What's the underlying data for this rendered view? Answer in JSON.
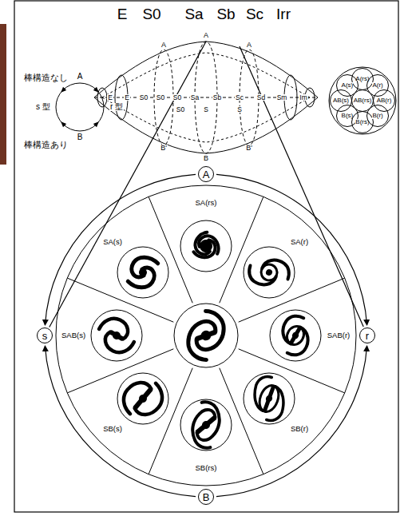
{
  "diagram": {
    "nodes": [
      {
        "text": [
          "A(rs)"
        ]
      },
      {
        "text": [
          "A(s)"
        ]
      },
      {
        "text": [
          "A(r)"
        ]
      },
      {
        "text": [
          "AB(s)"
        ]
      },
      {
        "text": [
          "AB(rs)"
        ]
      },
      {
        "text": [
          "AB(r)"
        ]
      },
      {
        "text": [
          "B(s)"
        ]
      },
      {
        "text": [
          "B(rs)"
        ]
      },
      {
        "text": [
          "B(r)"
        ]
      },
      {
        "text": [
          "A"
        ]
      },
      {
        "text": [
          "s"
        ]
      },
      {
        "text": [
          "r"
        ]
      },
      {
        "text": [
          "B"
        ]
      }
    ],
    "edges": [
      {
        "from": 9,
        "to": 10,
        "arrow": "to"
      },
      {
        "from": 9,
        "to": 11,
        "arrow": "to"
      },
      {
        "from": 12,
        "to": 10,
        "arrow": "to"
      },
      {
        "from": 12,
        "to": 11,
        "arrow": "to"
      }
    ],
    "labels": [
      "E",
      "S0",
      "Sa",
      "Sb",
      "Sc",
      "Irr",
      "A",
      "A",
      "A",
      "棒構造なし",
      "A",
      "E",
      "E",
      "S0",
      "S0",
      "S0",
      "Sa",
      "Sb",
      "Sc",
      "Sd",
      "Sm",
      "Im",
      "s 型",
      "r 型",
      "S0",
      "S",
      "S",
      "B",
      "棒構造あり",
      "B'",
      "B",
      "B'",
      "SA(rs)",
      "SA(s)",
      "SA(r)",
      "SAB(s)",
      "SAB(r)",
      "SB(s)",
      "SB(r)",
      "SB(rs)"
    ]
  }
}
